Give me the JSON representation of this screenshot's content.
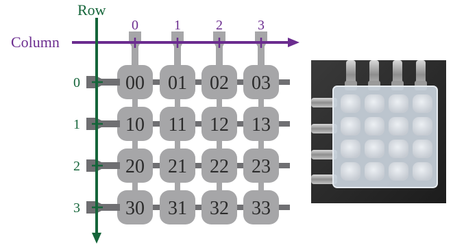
{
  "labels": {
    "row_axis": "Row",
    "column_axis": "Column"
  },
  "column_indices": [
    "0",
    "1",
    "2",
    "3"
  ],
  "row_indices": [
    "0",
    "1",
    "2",
    "3"
  ],
  "cells": [
    [
      "00",
      "01",
      "02",
      "03"
    ],
    [
      "10",
      "11",
      "12",
      "13"
    ],
    [
      "20",
      "21",
      "22",
      "23"
    ],
    [
      "30",
      "31",
      "32",
      "33"
    ]
  ],
  "colors": {
    "row_axis": "#15653a",
    "column_axis": "#6b2c8f",
    "cell_fill": "#a6a6a8",
    "connector": "#6f6f72",
    "cell_text": "#2b2b2b"
  },
  "icons": {
    "photo": "photo-of-fabricated-4x4-array"
  }
}
